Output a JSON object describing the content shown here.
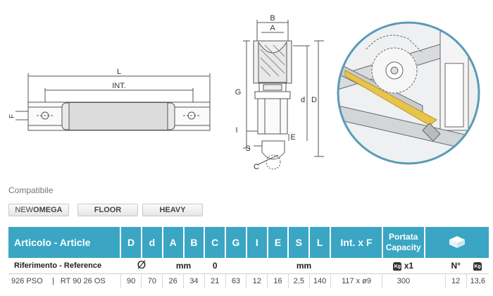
{
  "drawing": {
    "front_labels": {
      "L": "L",
      "INT": "INT.",
      "F": "F"
    },
    "section_labels": {
      "B": "B",
      "A": "A",
      "G": "G",
      "d": "d",
      "D": "D",
      "I": "I",
      "E": "E",
      "S": "S",
      "C": "C"
    }
  },
  "compat": {
    "label": "Compatibile",
    "buttons": [
      {
        "prefix": "NEW",
        "name": "OMEGA"
      },
      {
        "prefix": "",
        "name": "FLOOR"
      },
      {
        "prefix": "",
        "name": "HEAVY"
      }
    ]
  },
  "table": {
    "headers": {
      "article": "Articolo - Article",
      "cols": [
        "D",
        "d",
        "A",
        "B",
        "C",
        "G",
        "I",
        "E",
        "S",
        "L",
        "Int. x F"
      ],
      "capacity_line1": "Portata",
      "capacity_line2": "Capacity"
    },
    "subheader": {
      "reference": "Riferimento - Reference",
      "diameter_symbol": "Ø",
      "mm_1": "mm",
      "zero": "0",
      "mm_2": "mm",
      "kg": "Kg",
      "x1": "x1",
      "n": "N°"
    },
    "rows": [
      {
        "code": "926 PSO",
        "ref": "RT 90 26 OS",
        "D": "90",
        "d": "70",
        "A": "26",
        "B": "34",
        "C": "21",
        "G": "63",
        "I": "12",
        "E": "16",
        "S": "2,5",
        "L": "140",
        "IntF": "117 x ø9",
        "capacity": "300",
        "n": "12",
        "weight": "13,6"
      }
    ]
  }
}
